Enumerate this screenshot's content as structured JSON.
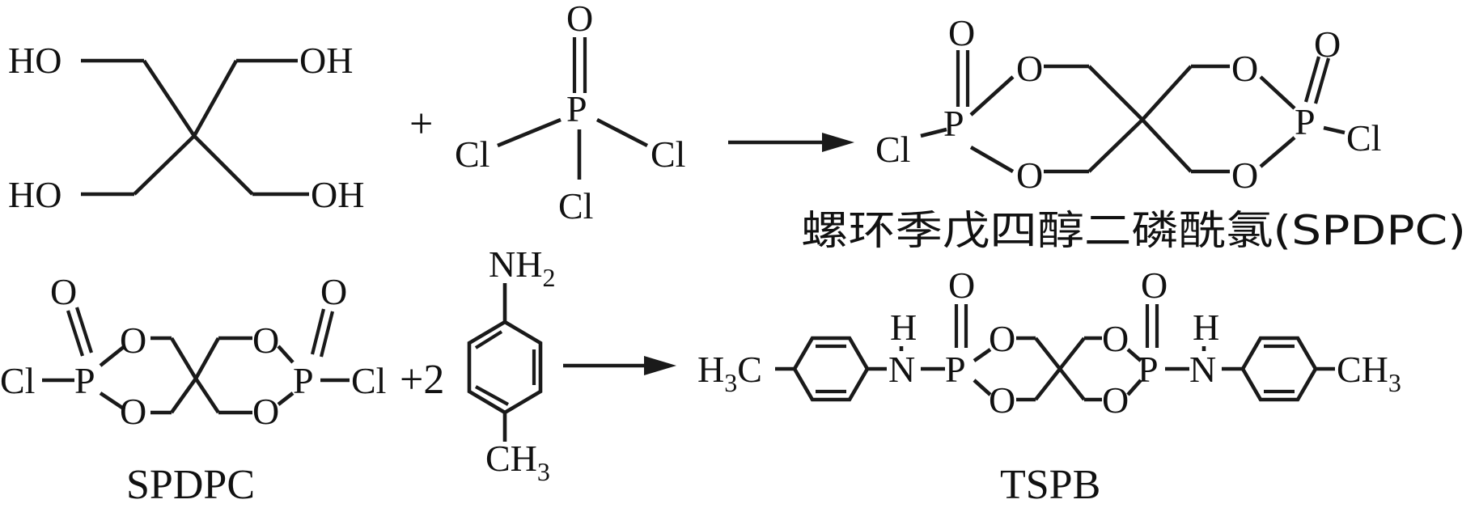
{
  "reaction1": {
    "reactant_a": {
      "ho_tl": "HO",
      "oh_tr": "OH",
      "ho_bl": "HO",
      "oh_br": "OH"
    },
    "plus": "+",
    "reactant_b": {
      "o": "O",
      "p": "P",
      "cl_left": "Cl",
      "cl_right": "Cl",
      "cl_bottom": "Cl"
    },
    "product": {
      "o_top_left": "O",
      "p_left": "P",
      "cl_left": "Cl",
      "o_ring_tl": "O",
      "o_ring_bl": "O",
      "o_ring_tr": "O",
      "o_ring_br": "O",
      "p_right": "P",
      "o_top_right": "O",
      "cl_right": "Cl"
    },
    "product_name": "螺环季戊四醇二磷酰氯(SPDPC)"
  },
  "reaction2": {
    "spdpc": {
      "cl_left": "Cl",
      "p_left": "P",
      "o_top_left": "O",
      "o_ring_tl": "O",
      "o_ring_bl": "O",
      "o_ring_tr": "O",
      "o_ring_br": "O",
      "p_right": "P",
      "o_top_right": "O",
      "cl_right": "Cl"
    },
    "spdpc_label": "SPDPC",
    "plus_coef": "+2",
    "toluidine": {
      "nh": "NH",
      "nh_sub": "2",
      "ch": "CH",
      "ch_sub": "3"
    },
    "product": {
      "h3c_h": "H",
      "h3c_sub": "3",
      "h3c_c": "C",
      "h_left": "H",
      "n_left": "N",
      "p_left": "P",
      "o_top_left": "O",
      "o_ring_tl": "O",
      "o_ring_bl": "O",
      "o_ring_tr": "O",
      "o_ring_br": "O",
      "p_right": "P",
      "o_top_right": "O",
      "h_right": "H",
      "n_right": "N",
      "ch3_c": "CH",
      "ch3_sub": "3"
    },
    "product_label": "TSPB"
  }
}
